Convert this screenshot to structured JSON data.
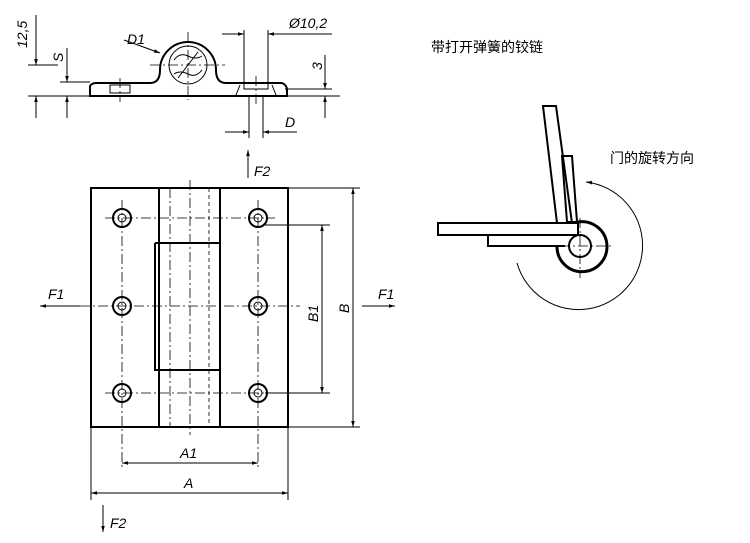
{
  "title": "带打开弹簧的铰链",
  "rotation_label": "门的旋转方向",
  "side_view": {
    "dim_height": "12,5",
    "dim_s": "S",
    "dim_d1": "D1",
    "dim_bore": "Ø10,2",
    "dim_3": "3",
    "dim_d": "D"
  },
  "front_view": {
    "force_top": "F2",
    "force_bottom": "F2",
    "force_left": "F1",
    "force_right": "F1",
    "dim_a": "A",
    "dim_a1": "A1",
    "dim_b": "B",
    "dim_b1": "B1"
  }
}
